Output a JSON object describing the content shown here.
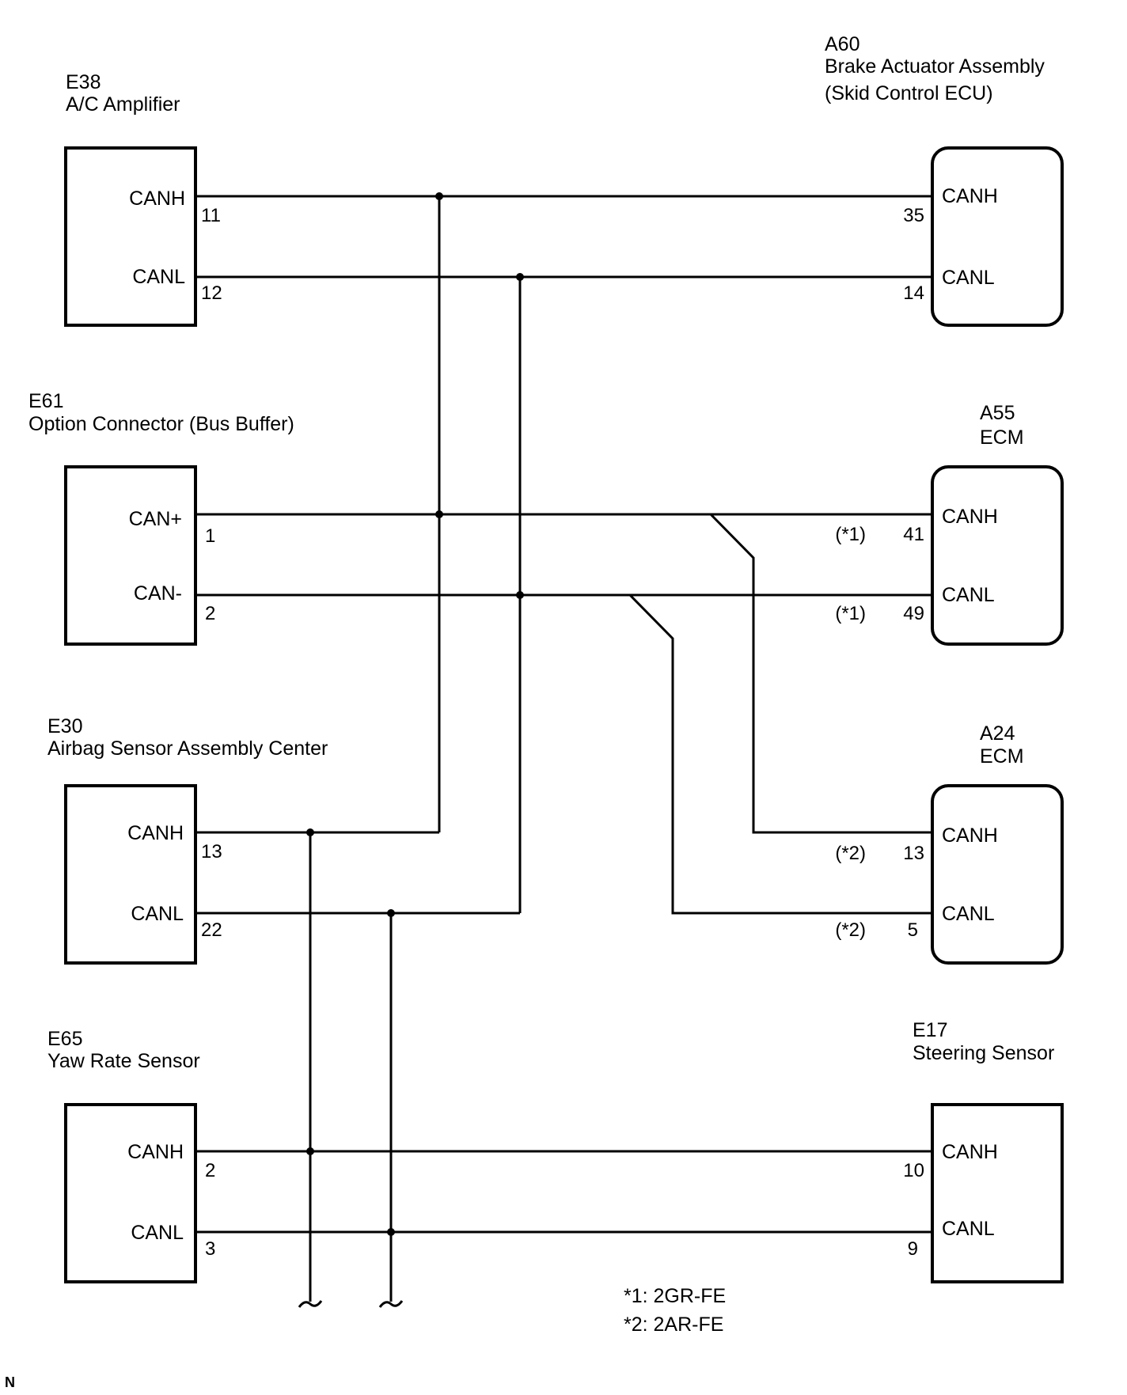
{
  "components": {
    "e38": {
      "code": "E38",
      "name": "A/C Amplifier",
      "pins": [
        {
          "label": "CANH",
          "number": "11"
        },
        {
          "label": "CANL",
          "number": "12"
        }
      ]
    },
    "e61": {
      "code": "E61",
      "name": "Option Connector (Bus Buffer)",
      "pins": [
        {
          "label": "CAN+",
          "number": "1"
        },
        {
          "label": "CAN-",
          "number": "2"
        }
      ]
    },
    "e30": {
      "code": "E30",
      "name": "Airbag Sensor Assembly Center",
      "pins": [
        {
          "label": "CANH",
          "number": "13"
        },
        {
          "label": "CANL",
          "number": "22"
        }
      ]
    },
    "e65": {
      "code": "E65",
      "name": "Yaw Rate Sensor",
      "pins": [
        {
          "label": "CANH",
          "number": "2"
        },
        {
          "label": "CANL",
          "number": "3"
        }
      ]
    },
    "a60": {
      "code": "A60",
      "name": "Brake Actuator Assembly",
      "name2": "(Skid Control ECU)",
      "pins": [
        {
          "label": "CANH",
          "number": "35"
        },
        {
          "label": "CANL",
          "number": "14"
        }
      ]
    },
    "a55": {
      "code": "A55",
      "name": "ECM",
      "pins": [
        {
          "label": "CANH",
          "number": "41",
          "note": "(*1)"
        },
        {
          "label": "CANL",
          "number": "49",
          "note": "(*1)"
        }
      ]
    },
    "a24": {
      "code": "A24",
      "name": "ECM",
      "pins": [
        {
          "label": "CANH",
          "number": "13",
          "note": "(*2)"
        },
        {
          "label": "CANL",
          "number": "5",
          "note": "(*2)"
        }
      ]
    },
    "e17": {
      "code": "E17",
      "name": "Steering Sensor",
      "pins": [
        {
          "label": "CANH",
          "number": "10"
        },
        {
          "label": "CANL",
          "number": "9"
        }
      ]
    }
  },
  "notes": [
    "*1: 2GR-FE",
    "*2: 2AR-FE"
  ],
  "corner_mark": "N"
}
